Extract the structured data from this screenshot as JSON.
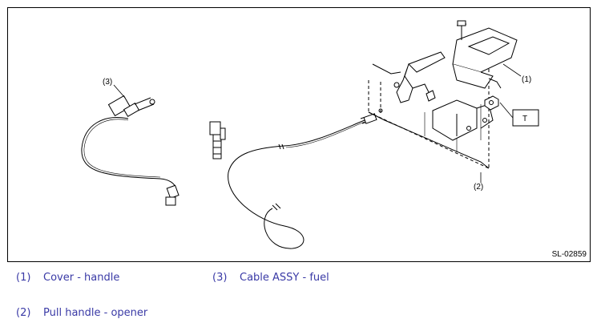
{
  "diagram": {
    "callouts": {
      "c1": "(1)",
      "c2": "(2)",
      "c3": "(3)",
      "torque": "T"
    },
    "code": "SL-02859"
  },
  "legend": [
    {
      "num": "(1)",
      "label": "Cover - handle"
    },
    {
      "num": "(3)",
      "label": "Cable ASSY - fuel"
    },
    {
      "num": "(2)",
      "label": "Pull handle - opener"
    }
  ]
}
